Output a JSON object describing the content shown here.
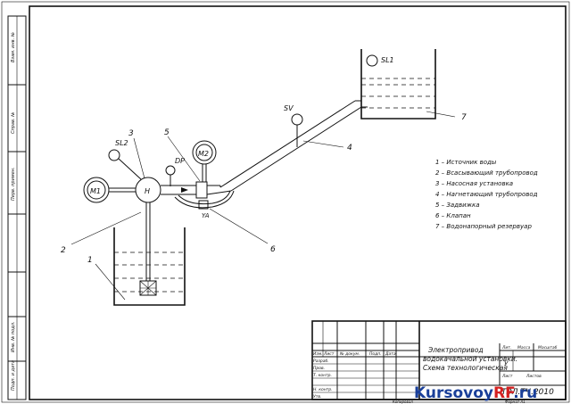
{
  "callouts": {
    "c1": "1",
    "c2": "2",
    "c3": "3",
    "c4": "4",
    "c5": "5",
    "c6": "6",
    "c7": "7",
    "sl1": "SL1",
    "sl2": "SL2",
    "sv": "SV",
    "dp": "DP",
    "m1": "M1",
    "m2": "M2",
    "h": "H",
    "ya": "YA"
  },
  "legend": [
    "1 – Источник воды",
    "2 – Всасывающий трубопровод",
    "3 – Насосная установка",
    "4 – Нагнетающий трубопровод",
    "5 – Задвижка",
    "6 – Клапан",
    "7 – Водонапорный резервуар"
  ],
  "side_stamp": [
    "Взам. инв. №",
    "Подп. и дата",
    "Инв. № подл.",
    "Справ. №",
    "Перв. примен."
  ],
  "title_block": {
    "title_lines": [
      "Электропривод",
      "водокачальной установки.",
      "Схема технологическая"
    ],
    "cols": [
      "Изм.",
      "Лист",
      "№ докум.",
      "Подп.",
      "Дата"
    ],
    "rows": [
      "Разраб.",
      "Пров.",
      "Т. контр.",
      "Н. контр.",
      "Утв."
    ],
    "right_hdr": [
      "Лит.",
      "Масса",
      "Масштаб"
    ],
    "sheet_label": "Лист",
    "sheets_label": "Листов",
    "lit_value": "У",
    "code": "ТЭЛ.ТЧ.2010",
    "copied": "Копировал",
    "format": "Формат А1"
  },
  "watermark": {
    "part1": "Kursovoy",
    "part2": "RF",
    "part3": ".ru"
  }
}
